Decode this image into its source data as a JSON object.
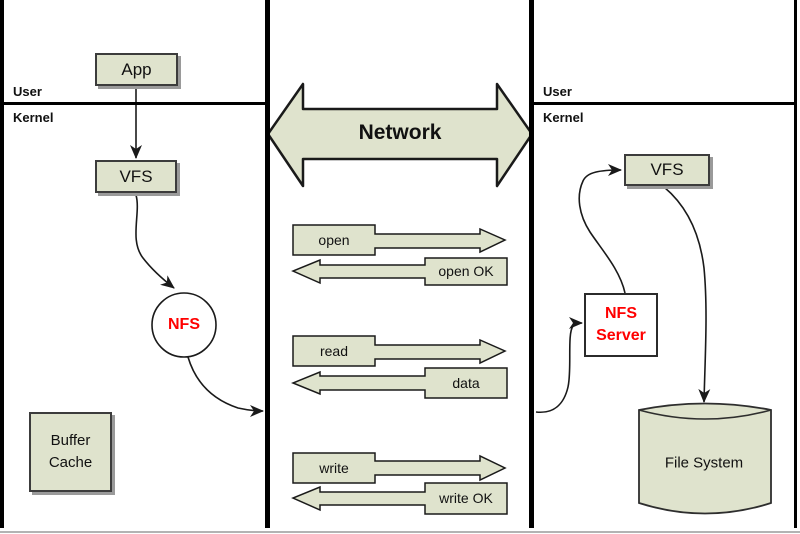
{
  "client": {
    "user_label": "User",
    "kernel_label": "Kernel",
    "app_label": "App",
    "vfs_label": "VFS",
    "nfs_label": "NFS",
    "buffer_cache": {
      "line1": "Buffer",
      "line2": "Cache"
    }
  },
  "network": {
    "label": "Network",
    "messages": [
      {
        "label": "open"
      },
      {
        "label": "open OK"
      },
      {
        "label": "read"
      },
      {
        "label": "data"
      },
      {
        "label": "write"
      },
      {
        "label": "write OK"
      }
    ]
  },
  "server": {
    "user_label": "User",
    "kernel_label": "Kernel",
    "vfs_label": "VFS",
    "nfs_server": {
      "line1": "NFS",
      "line2": "Server"
    },
    "file_system_label": "File System"
  },
  "colors": {
    "box_fill": "#dfe3cd",
    "box_border": "#3c3c3c",
    "shape_outline": "#1a1a1a",
    "accent_red": "#ff0000",
    "divider": "#000000",
    "shadow": "#9a9a9a"
  }
}
